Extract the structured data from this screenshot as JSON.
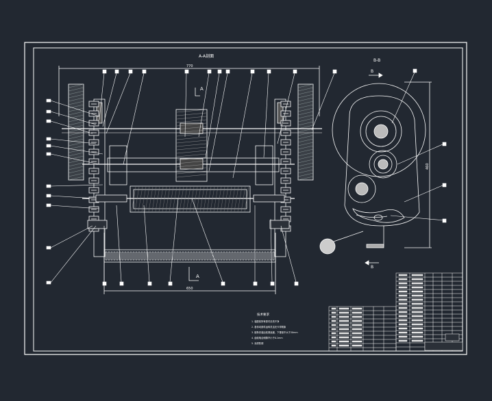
{
  "drawing": {
    "main_view_title": "A-A剖面",
    "side_view_title": "B-B",
    "section_mark_top": "A",
    "section_mark_bottom": "A",
    "section_mark_side_top": "B",
    "section_mark_side_bottom": "B",
    "dim_top": "770",
    "dim_bottom": "650",
    "dim_side": "460",
    "notes_title": "技术要求",
    "notes": [
      "1. 装配前所有零件清洗干净",
      "2. 各传动部件运转灵活无卡滞现象",
      "3. 链条安装后松紧适度，下垂量不大于20mm",
      "4. 齿轮啮合侧隙不小于0.1mm",
      "5. 涂漆防锈"
    ]
  }
}
